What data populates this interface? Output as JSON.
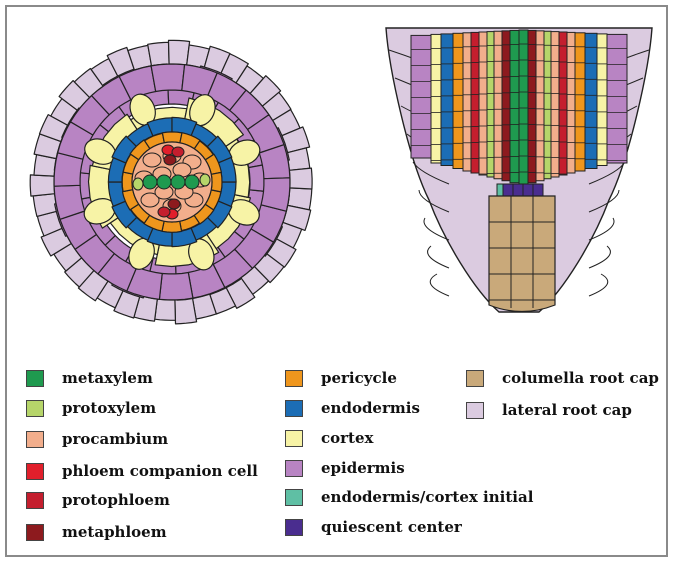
{
  "colors": {
    "metaxylem": "#1f9a4f",
    "protoxylem": "#b6d56a",
    "procambium": "#f2ae8c",
    "phloem_companion_cell": "#e11f2b",
    "protophloem": "#c41e2e",
    "metaphloem": "#8d1a1e",
    "pericycle": "#ef961d",
    "endodermis": "#1c6db5",
    "cortex": "#f7f3a6",
    "epidermis": "#b884c3",
    "endodermis_cortex_initial": "#5fbfa4",
    "quiescent_center": "#4a2d8f",
    "columella_root_cap": "#c9a97a",
    "lateral_root_cap": "#dbcbe0",
    "outline": "#222222"
  },
  "legend": {
    "items": [
      {
        "label": "metaxylem",
        "color": "#1f9a4f"
      },
      {
        "label": "protoxylem",
        "color": "#b6d56a"
      },
      {
        "label": "procambium",
        "color": "#f2ae8c"
      },
      {
        "label": "phloem companion cell",
        "color": "#e11f2b"
      },
      {
        "label": "protophloem",
        "color": "#c41e2e"
      },
      {
        "label": "metaphloem",
        "color": "#8d1a1e"
      },
      {
        "label": "pericycle",
        "color": "#ef961d"
      },
      {
        "label": "endodermis",
        "color": "#1c6db5"
      },
      {
        "label": "cortex",
        "color": "#f7f3a6"
      },
      {
        "label": "epidermis",
        "color": "#b884c3"
      },
      {
        "label": "endodermis/cortex initial",
        "color": "#5fbfa4"
      },
      {
        "label": "quiescent center",
        "color": "#4a2d8f"
      },
      {
        "label": "columella root cap",
        "color": "#c9a97a"
      },
      {
        "label": "lateral root cap",
        "color": "#dbcbe0"
      }
    ]
  }
}
